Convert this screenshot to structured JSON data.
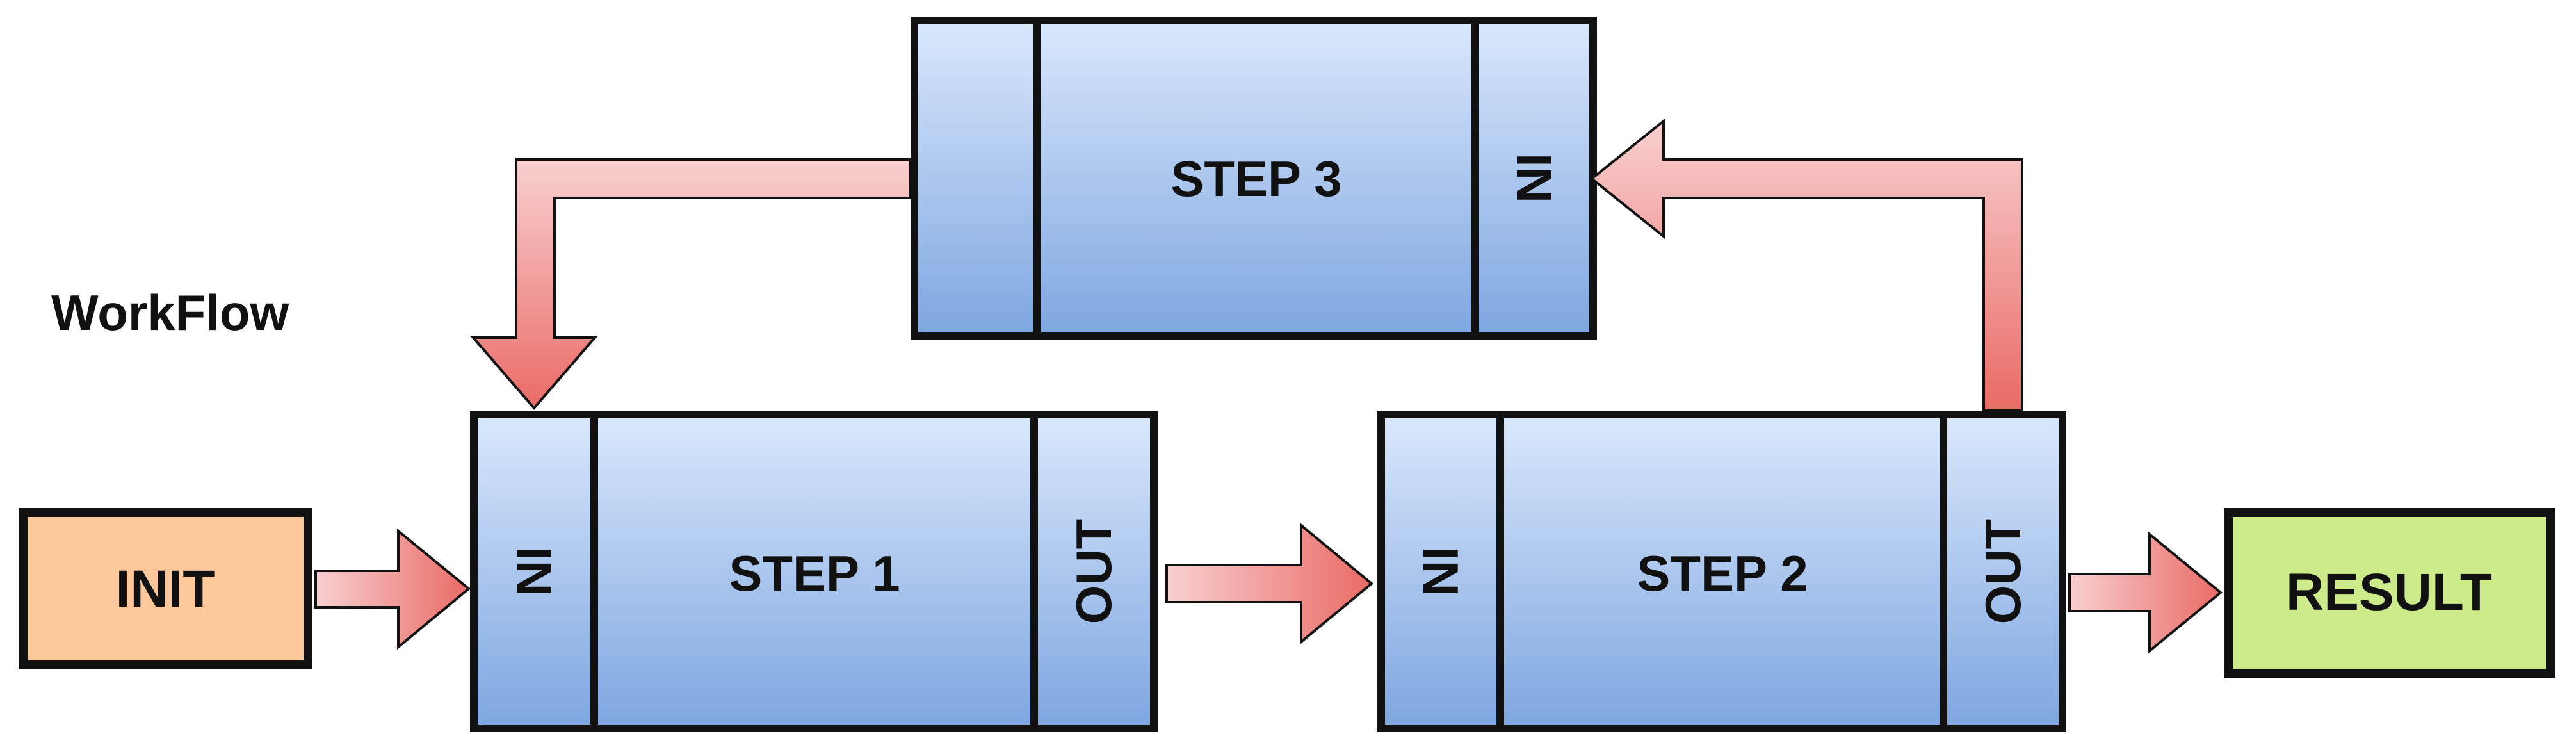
{
  "title": "WorkFlow",
  "init": {
    "label": "INIT"
  },
  "result": {
    "label": "RESULT"
  },
  "steps": [
    {
      "label": "STEP 1",
      "in_label": "IN",
      "out_label": "OUT"
    },
    {
      "label": "STEP 2",
      "in_label": "IN",
      "out_label": "OUT"
    },
    {
      "label": "STEP 3",
      "in_label": "IN"
    }
  ],
  "colors": {
    "init_fill": "#FCC89B",
    "result_fill": "#CDEB8B",
    "step_top": "#DAE8FC",
    "step_bottom": "#7EA6E0",
    "arrow_light": "#F8D0D0",
    "arrow_dark": "#EA6B66",
    "stroke": "#111111"
  }
}
